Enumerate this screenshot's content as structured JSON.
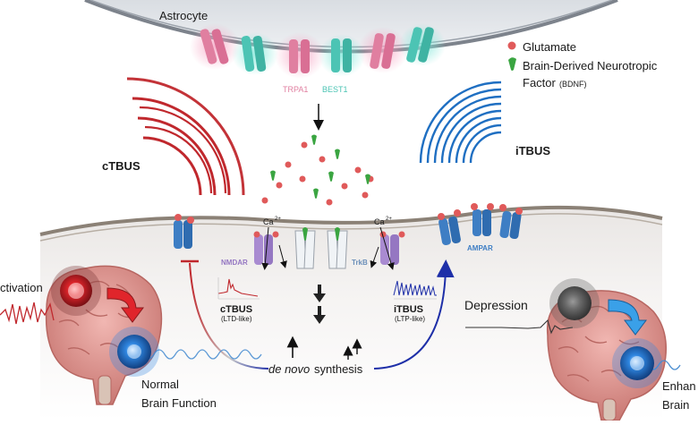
{
  "labels": {
    "astrocyte": "Astrocyte",
    "trpa1": "TRPA1",
    "best1": "BEST1",
    "ctbus": "cTBUS",
    "itbus": "iTBUS",
    "nmdar": "NMDAR",
    "trkb": "TrkB",
    "ampar": "AMPAR",
    "ca_left": "Ca",
    "ca_right": "Ca",
    "ca_sup": "2+",
    "ctbus_mech": "cTBUS",
    "ctbus_mech_sub": "(LTD-like)",
    "itbus_mech": "iTBUS",
    "itbus_mech_sub": "(LTP-like)",
    "de_novo": "de novo",
    "synthesis": "synthesis",
    "activation": "ctivation",
    "normal_line1": "Normal",
    "normal_line2": "Brain Function",
    "depression": "Depression",
    "enhan_line1": "Enhan",
    "enhan_line2": "Brain"
  },
  "legend": {
    "glutamate": "Glutamate",
    "bdnf_line1": "Brain-Derived Neurotropic",
    "bdnf_line2": "Factor",
    "bdnf_abbr": "(BDNF)"
  },
  "colors": {
    "ctbus_red": "#c0282d",
    "itbus_blue": "#1f6fc2",
    "trpa1_pink": "#e07fa0",
    "best1_teal": "#4cc4b4",
    "glutamate_red": "#e05a5a",
    "bdnf_green": "#3aa541",
    "nmdar_purple": "#a98bd1",
    "ampar_blue": "#3e7ec4",
    "brain_pink": "#d98a86"
  },
  "icons": [
    "astrocyte-membrane",
    "ion-channel",
    "glutamate-dot",
    "bdnf-drop",
    "ultrasound-wave",
    "receptor",
    "brain",
    "arrow"
  ]
}
